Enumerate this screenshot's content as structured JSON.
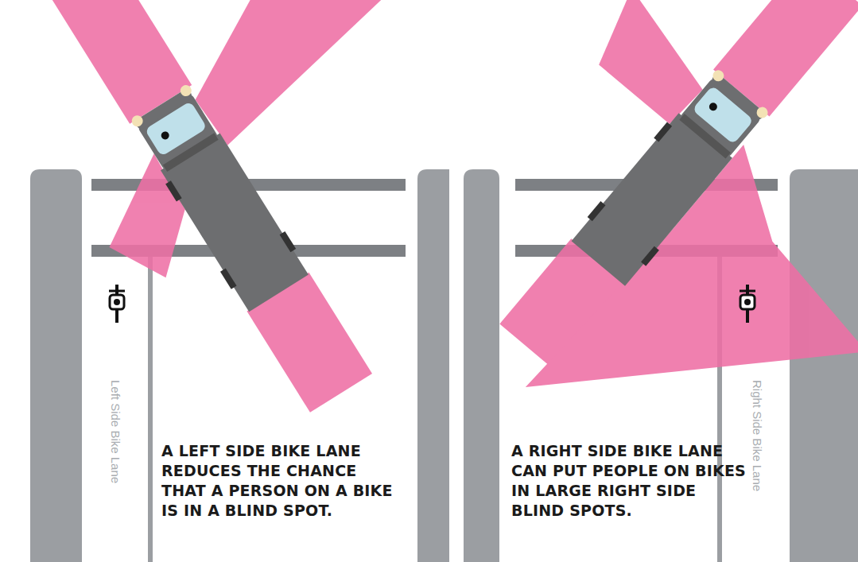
{
  "diagram": {
    "labels": [
      "Left Side Bike Lane",
      "A LEFT SIDE BIKE LANE REDUCES THE CHANCE THAT A PERSON ON A BIKE IS IN A BLIND SPOT.",
      "A RIGHT SIDE BIKE LANE CAN PUT PEOPLE ON BIKES IN LARGE RIGHT SIDE BLIND SPOTS.",
      "Right Side Bike Lane"
    ]
  }
}
